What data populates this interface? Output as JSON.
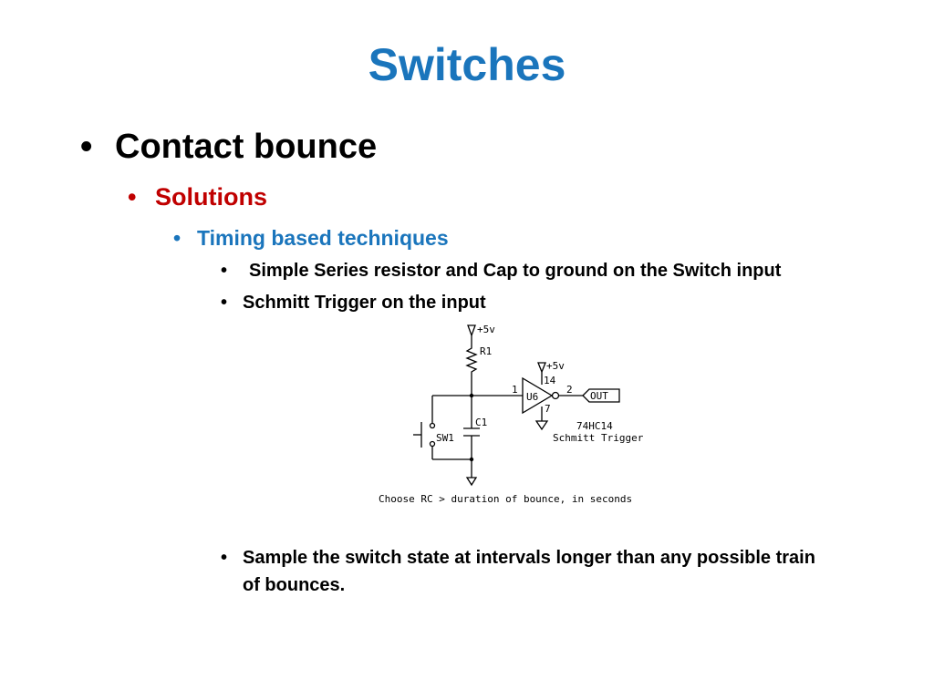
{
  "slide": {
    "title": "Switches",
    "bullets": {
      "l1": "Contact bounce",
      "l2": "Solutions",
      "l3": "Timing based techniques",
      "l4a": "Simple Series resistor and Cap to ground on the Switch input",
      "l4b": "Schmitt Trigger on the input",
      "l4c_line1": "Sample the switch state at intervals longer than any possible train",
      "l4c_line2": "of bounces."
    },
    "bullet_char": "•"
  },
  "schematic": {
    "vcc_top": "+5v",
    "r_label": "R1",
    "vcc_gate": "+5v",
    "pin_14": "14",
    "pin_1": "1",
    "pin_2": "2",
    "pin_7": "7",
    "gate_label": "U6",
    "out_label": "OUT",
    "c_label": "C1",
    "sw_label": "SW1",
    "part_number": "74HC14",
    "part_desc": "Schmitt Trigger",
    "caption": "Choose RC > duration of bounce, in seconds"
  }
}
